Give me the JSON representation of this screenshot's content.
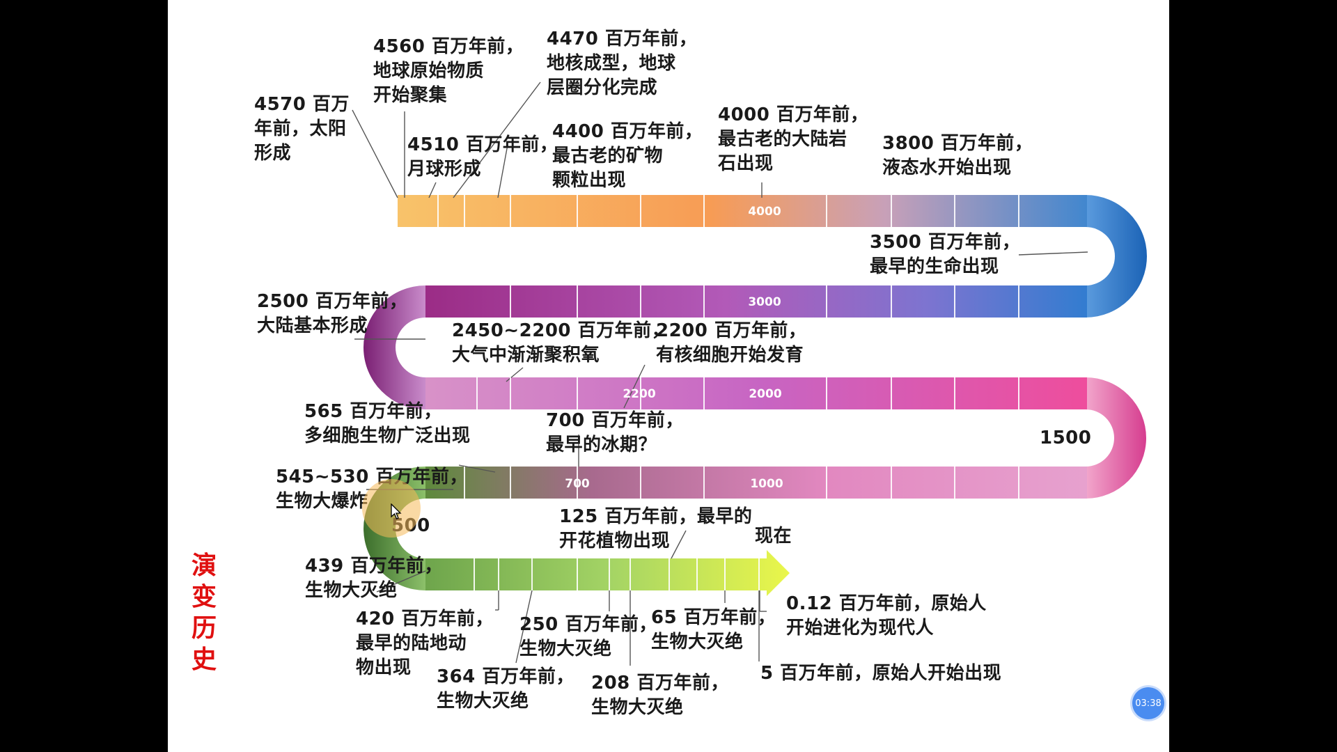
{
  "side_title": "演变历史",
  "timer": "03:38",
  "axis_ticks": [
    "4000",
    "3000",
    "2200",
    "2000",
    "1500",
    "700",
    "1000",
    "500"
  ],
  "events": [
    {
      "id": "e4570",
      "text": "4570 百万\n年前，太阳\n形成"
    },
    {
      "id": "e4560",
      "text": "4560 百万年前，\n地球原始物质\n开始聚集"
    },
    {
      "id": "e4470",
      "text": "4470 百万年前，\n地核成型，地球\n层圈分化完成"
    },
    {
      "id": "e4510",
      "text": "4510 百万年前，\n月球形成"
    },
    {
      "id": "e4400",
      "text": "4400 百万年前，\n最古老的矿物\n颗粒出现"
    },
    {
      "id": "e4000",
      "text": "4000 百万年前，\n最古老的大陆岩\n石出现"
    },
    {
      "id": "e3800",
      "text": "3800 百万年前，\n液态水开始出现"
    },
    {
      "id": "e3500",
      "text": "3500 百万年前，\n最早的生命出现"
    },
    {
      "id": "e2500",
      "text": "2500 百万年前，\n大陆基本形成"
    },
    {
      "id": "e2450",
      "text": "2450~2200 百万年前，\n大气中渐渐聚积氧"
    },
    {
      "id": "e2200",
      "text": "2200 百万年前，\n有核细胞开始发育"
    },
    {
      "id": "e565",
      "text": "565 百万年前，\n多细胞生物广泛出现"
    },
    {
      "id": "e700",
      "text": "700 百万年前，\n最早的冰期？"
    },
    {
      "id": "e545",
      "text": "545~530 百万年前，\n生物大爆炸"
    },
    {
      "id": "e125",
      "text": "125 百万年前，最早的\n开花植物出现"
    },
    {
      "id": "now",
      "text": "现在"
    },
    {
      "id": "e439",
      "text": "439 百万年前，\n生物大灭绝"
    },
    {
      "id": "e420",
      "text": "420 百万年前，\n最早的陆地动\n物出现"
    },
    {
      "id": "e250",
      "text": "250 百万年前，\n生物大灭绝"
    },
    {
      "id": "e65",
      "text": "65 百万年前，\n生物大灭绝"
    },
    {
      "id": "e012",
      "text": "0.12 百万年前，原始人\n开始进化为现代人"
    },
    {
      "id": "e364",
      "text": "364 百万年前，\n生物大灭绝"
    },
    {
      "id": "e208",
      "text": "208 百万年前，\n生物大灭绝"
    },
    {
      "id": "e5",
      "text": "5 百万年前，原始人开始出现"
    }
  ]
}
